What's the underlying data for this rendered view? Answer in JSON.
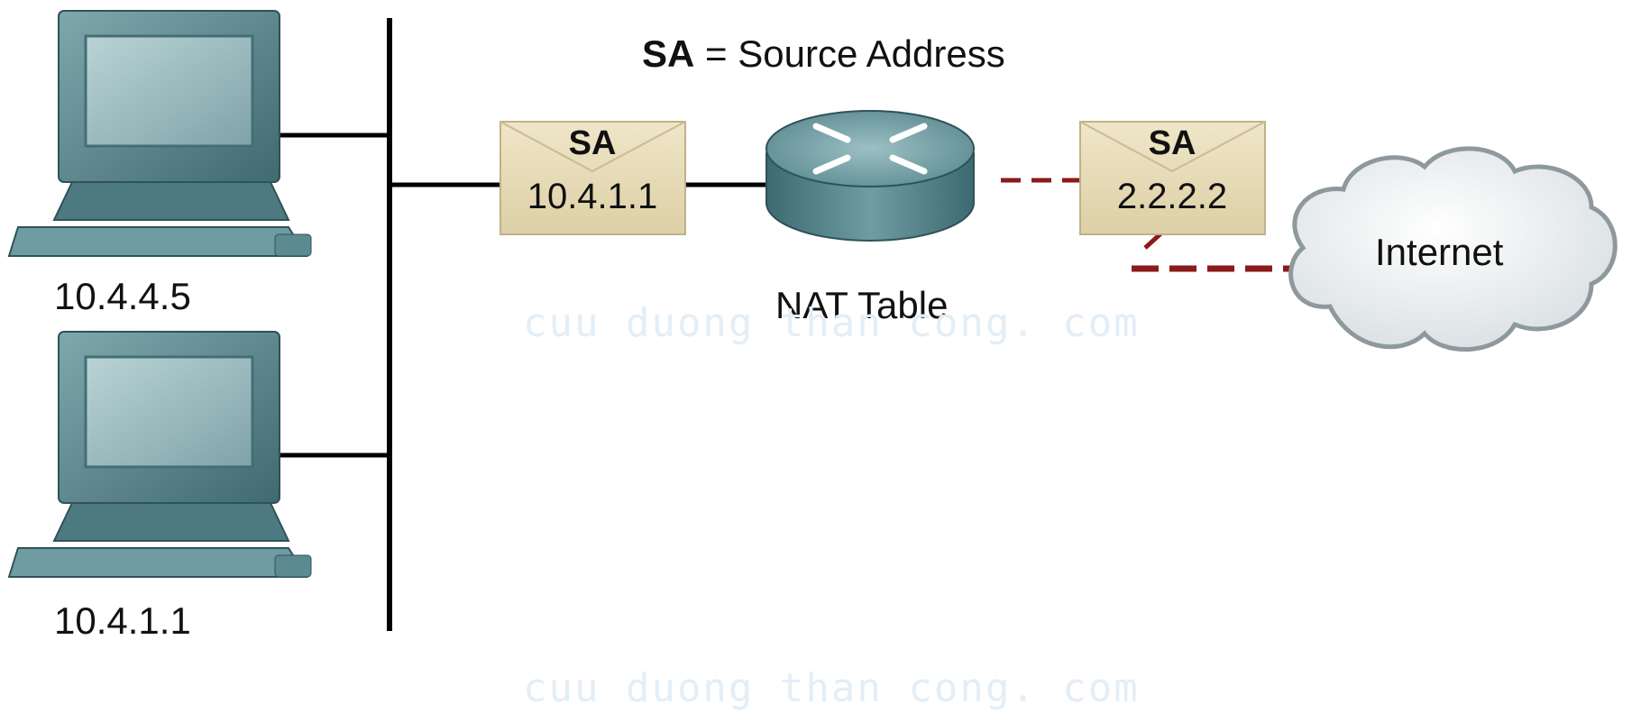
{
  "legend": {
    "abbr": "SA",
    "separator": " = ",
    "meaning": "Source Address"
  },
  "hosts": [
    {
      "ip": "10.4.4.5",
      "icon": "computer-icon"
    },
    {
      "ip": "10.4.1.1",
      "icon": "computer-icon"
    }
  ],
  "router": {
    "label": "NAT Table",
    "icon": "router-icon"
  },
  "packets": [
    {
      "title": "SA",
      "value": "10.4.1.1",
      "icon": "envelope-icon"
    },
    {
      "title": "SA",
      "value": "2.2.2.2",
      "icon": "envelope-icon"
    }
  ],
  "cloud": {
    "label": "Internet",
    "icon": "cloud-icon"
  },
  "watermark": {
    "text": "cuu duong than cong. com"
  },
  "colors": {
    "link_solid": "#000000",
    "link_dashed": "#8b1a1a",
    "device_teal": "#5a8a90",
    "envelope": "#e9dfc0",
    "watermark": "#e3eef7"
  }
}
